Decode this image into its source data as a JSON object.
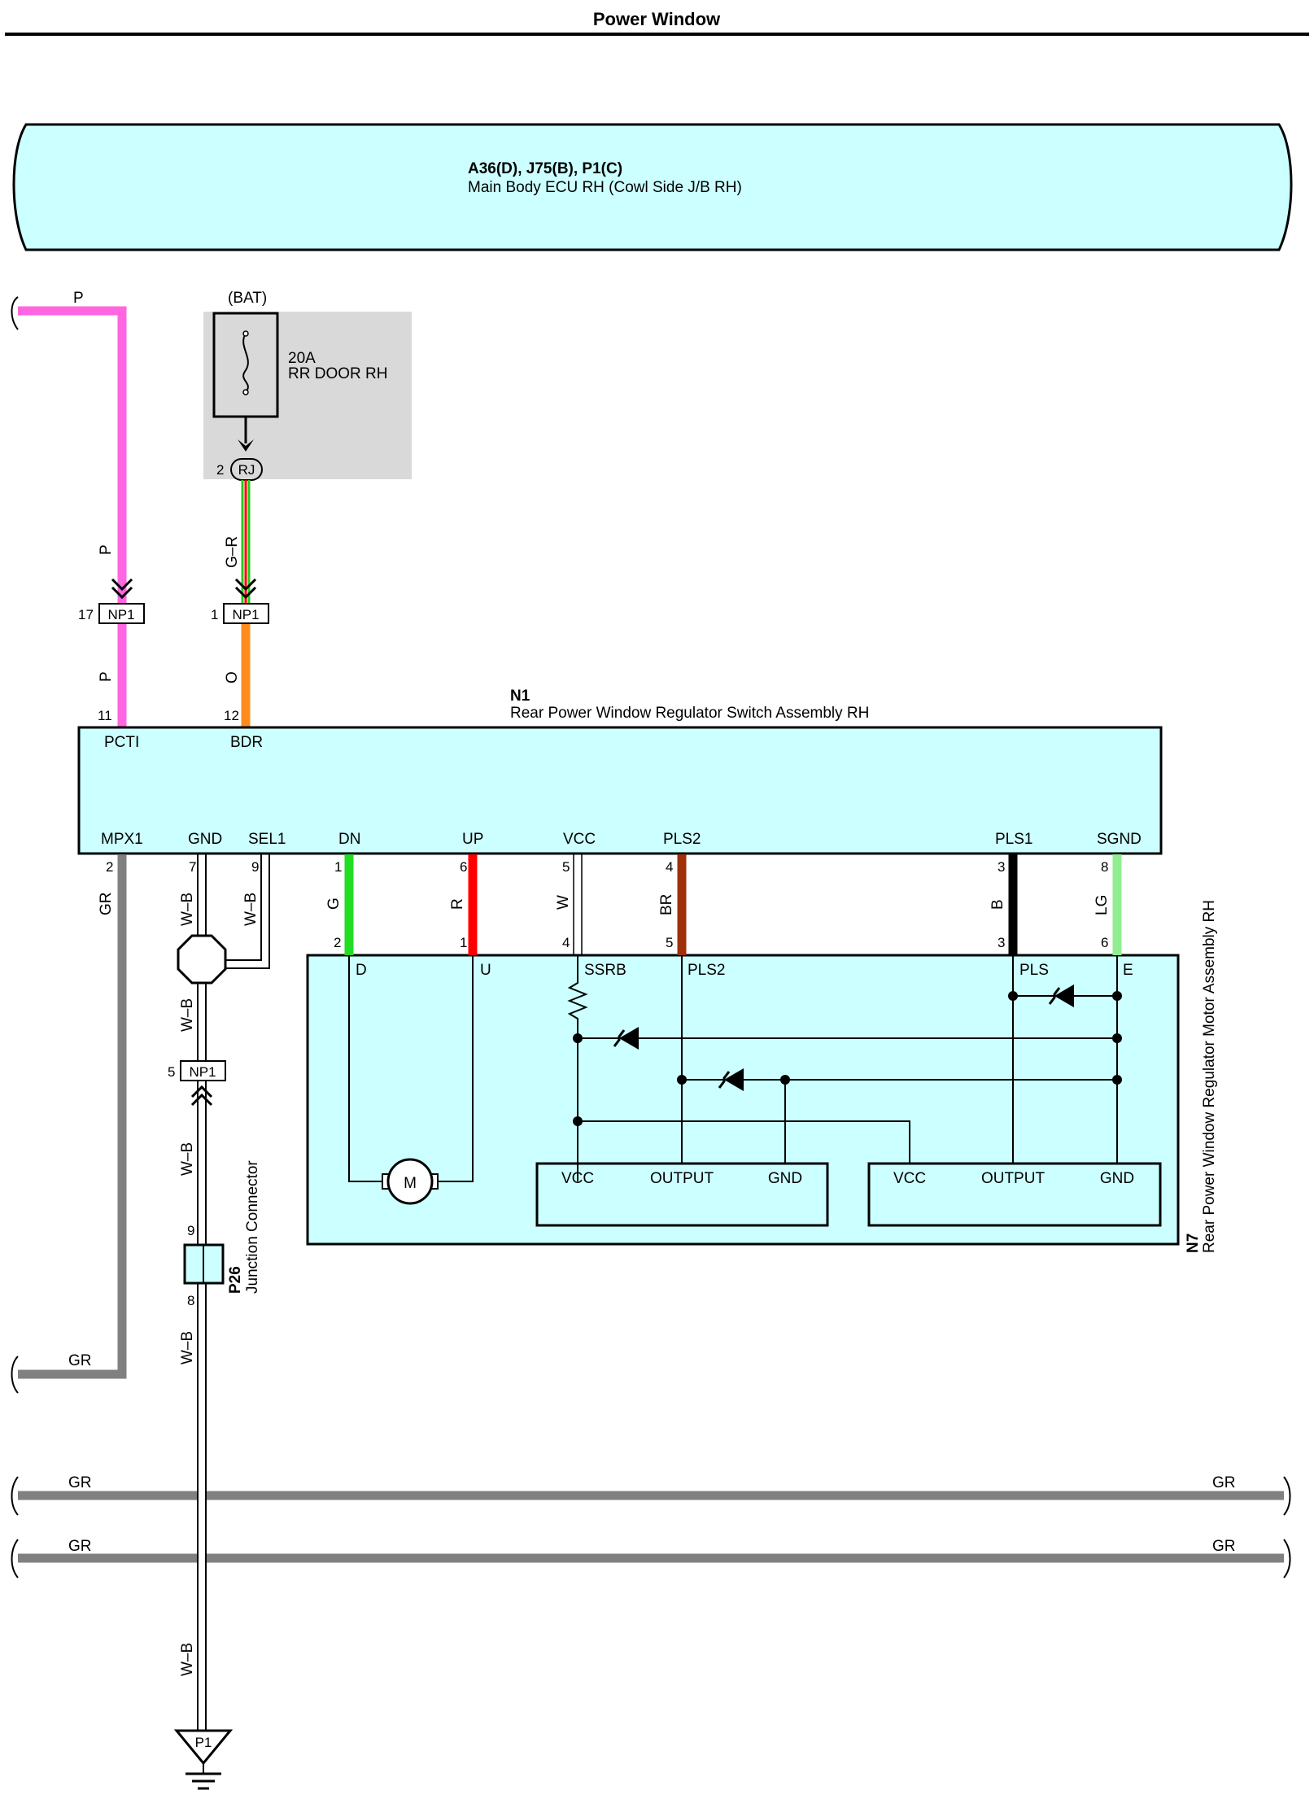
{
  "title": "Power Window",
  "ecu": {
    "code": "A36(D), J75(B), P1(C)",
    "name": "Main Body ECU RH (Cowl Side J/B RH)"
  },
  "fuse": {
    "supply": "(BAT)",
    "rating": "20A",
    "name": "RR DOOR RH",
    "connector": "RJ",
    "pin": "2"
  },
  "wires": {
    "p_top": "P",
    "p_above_np1": "P",
    "p_below_np1": "P",
    "gr_above_rj": "G–R",
    "o_below_np1": "O",
    "gr_mpx": "GR",
    "wb_gnd": "W–B",
    "wb_sel": "W–B",
    "wb_mid": "W–B",
    "wb_low": "W–B",
    "wb_p26": "W–B",
    "wb_bottom": "W–B",
    "g": "G",
    "r": "R",
    "w": "W",
    "br": "BR",
    "b": "B",
    "lg": "LG",
    "gr_bottom_left": "GR",
    "gr_bus1_left": "GR",
    "gr_bus1_right": "GR",
    "gr_bus2_left": "GR",
    "gr_bus2_right": "GR"
  },
  "np1_connectors": [
    {
      "label": "NP1",
      "pin": "17"
    },
    {
      "label": "NP1",
      "pin": "1"
    },
    {
      "label": "NP1",
      "pin": "5"
    }
  ],
  "switch_assembly": {
    "code": "N1",
    "name": "Rear Power Window Regulator Switch Assembly RH",
    "top_pins": [
      {
        "num": "11",
        "name": "PCTI"
      },
      {
        "num": "12",
        "name": "BDR"
      }
    ],
    "bottom_pins": [
      {
        "num": "2",
        "name": "MPX1"
      },
      {
        "num": "7",
        "name": "GND"
      },
      {
        "num": "9",
        "name": "SEL1"
      },
      {
        "num": "1",
        "name": "DN"
      },
      {
        "num": "6",
        "name": "UP"
      },
      {
        "num": "5",
        "name": "VCC"
      },
      {
        "num": "4",
        "name": "PLS2"
      },
      {
        "num": "3",
        "name": "PLS1"
      },
      {
        "num": "8",
        "name": "SGND"
      }
    ]
  },
  "motor_assembly": {
    "code": "N7",
    "name": "Rear Power Window Regulator Motor Assembly RH",
    "pins": [
      {
        "num": "2",
        "name": "D"
      },
      {
        "num": "1",
        "name": "U"
      },
      {
        "num": "4",
        "name": "SSRB"
      },
      {
        "num": "5",
        "name": "PLS2"
      },
      {
        "num": "3",
        "name": "PLS"
      },
      {
        "num": "6",
        "name": "E"
      }
    ],
    "motor_label": "M",
    "sensor1": {
      "vcc": "VCC",
      "output": "OUTPUT",
      "gnd": "GND"
    },
    "sensor2": {
      "vcc": "VCC",
      "output": "OUTPUT",
      "gnd": "GND"
    }
  },
  "junction": {
    "code": "P26",
    "name": "Junction Connector",
    "pin_top": "9",
    "pin_bottom": "8"
  },
  "ground": {
    "label": "P1"
  },
  "colors": {
    "pink": "#ff66e0",
    "green_red": "#22cc22",
    "red": "#ff0000",
    "orange": "#ff8c1a",
    "gray": "#808080",
    "green": "#22dd22",
    "brown": "#a0300a",
    "black": "#000000",
    "light_green": "#90ee90",
    "cyan_fill": "#ccffff",
    "gray_box": "#d9d9d9"
  }
}
